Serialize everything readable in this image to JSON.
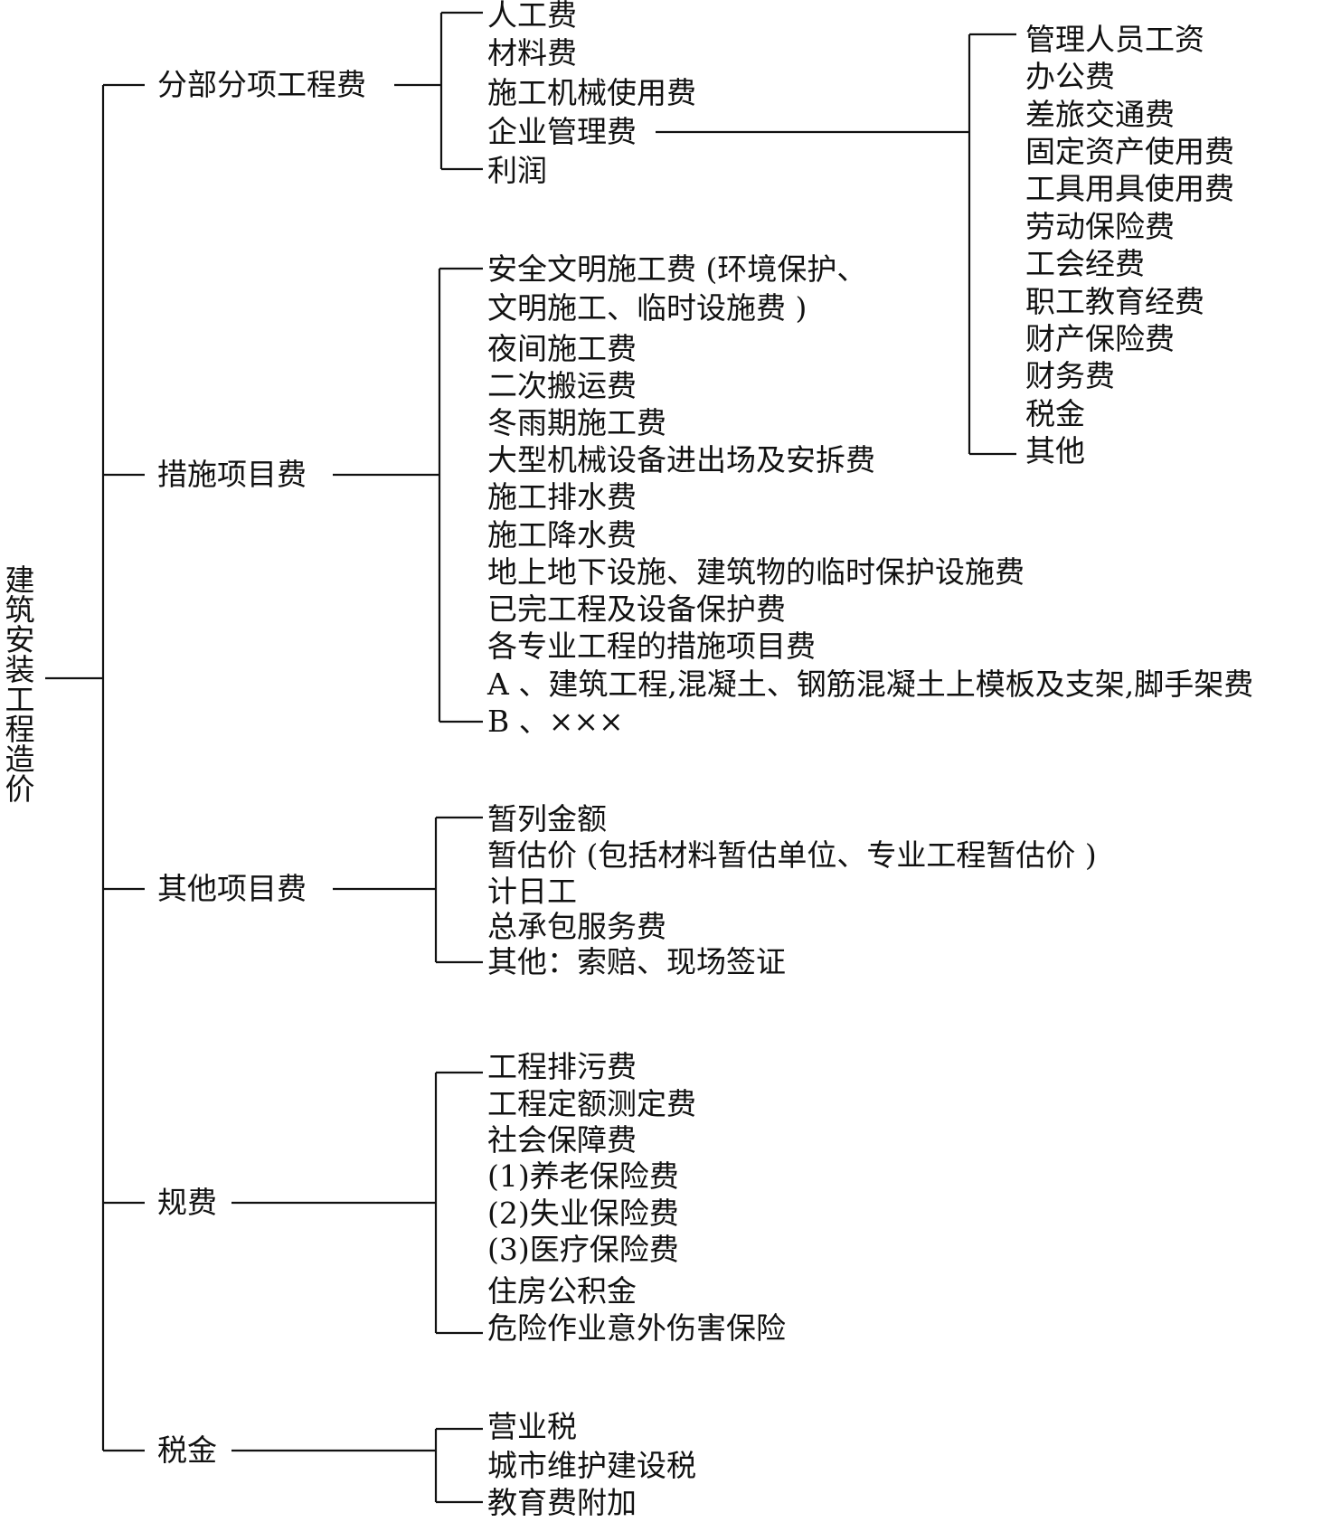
{
  "root": "建筑安装工程造价",
  "groups": [
    {
      "label": "分部分项工程费",
      "items": [
        "人工费",
        "材料费",
        "施工机械使用费",
        "企业管理费",
        "利润"
      ],
      "sub": {
        "parent": "企业管理费",
        "items": [
          "管理人员工资",
          "办公费",
          "差旅交通费",
          "固定资产使用费",
          "工具用具使用费",
          "劳动保险费",
          "工会经费",
          "职工教育经费",
          "财产保险费",
          "财务费",
          "税金",
          "其他"
        ]
      }
    },
    {
      "label": "措施项目费",
      "items": [
        "安全文明施工费 (环境保护、",
        "文明施工、临时设施费 )",
        "夜间施工费",
        "二次搬运费",
        "冬雨期施工费",
        "大型机械设备进出场及安拆费",
        "施工排水费",
        "施工降水费",
        "地上地下设施、建筑物的临时保护设施费",
        "已完工程及设备保护费",
        "各专业工程的措施项目费",
        "A 、建筑工程,混凝土、钢筋混凝土上模板及支架,脚手架费",
        "B 、×××"
      ]
    },
    {
      "label": "其他项目费",
      "items": [
        "暂列金额",
        "暂估价 (包括材料暂估单位、专业工程暂估价 )",
        "计日工",
        "总承包服务费",
        "其他：索赔、现场签证"
      ]
    },
    {
      "label": "规费",
      "items": [
        "工程排污费",
        "工程定额测定费",
        "社会保障费",
        "(1)养老保险费",
        "(2)失业保险费",
        "(3)医疗保险费",
        "住房公积金",
        "危险作业意外伤害保险"
      ]
    },
    {
      "label": "税金",
      "items": [
        "营业税",
        "城市维护建设税",
        "教育费附加"
      ]
    }
  ]
}
